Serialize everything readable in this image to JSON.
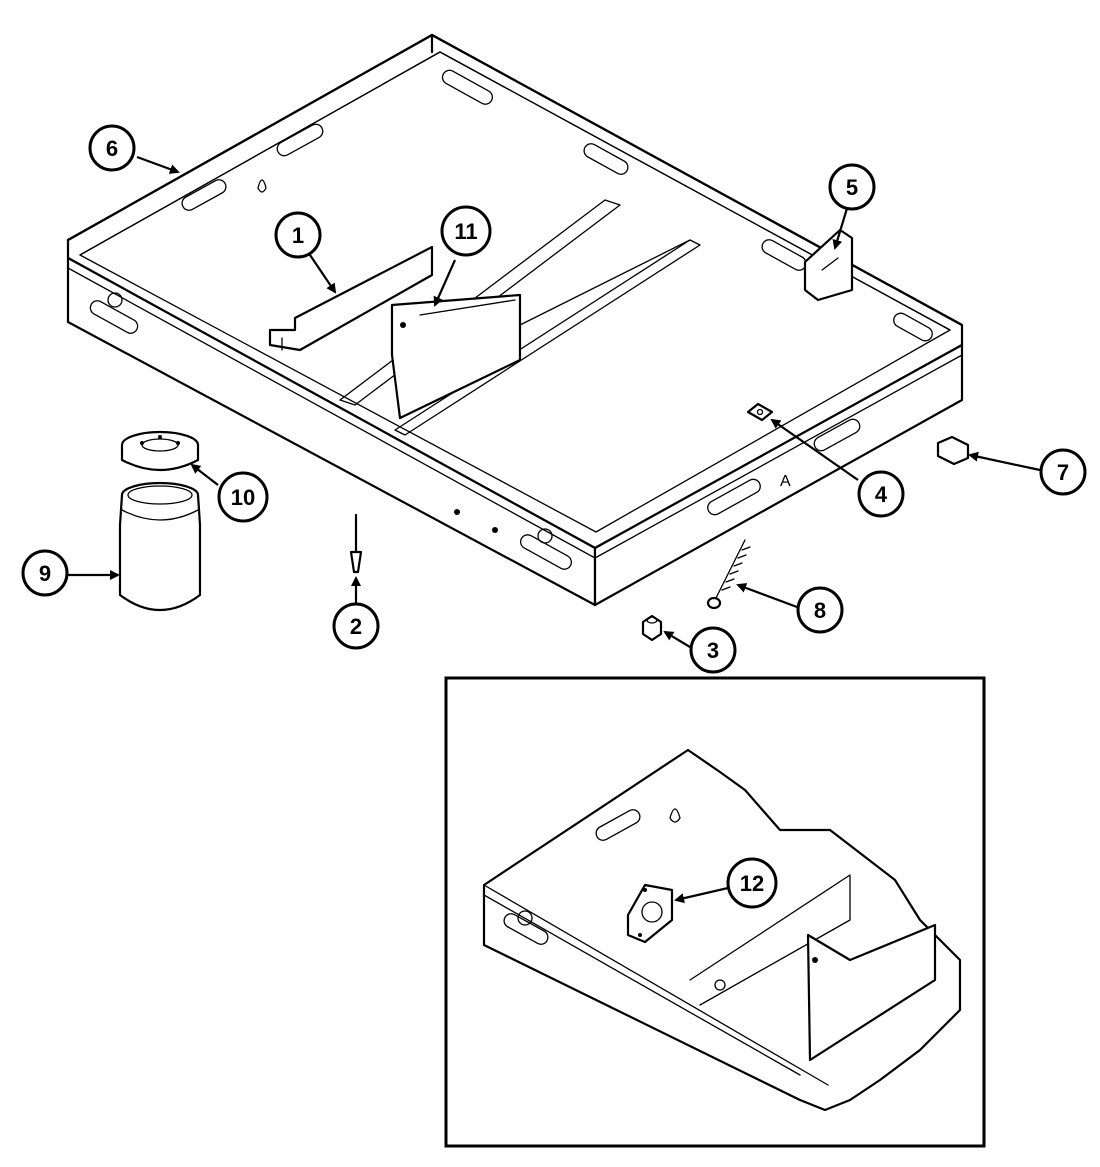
{
  "callouts": [
    {
      "id": "1",
      "label": "1"
    },
    {
      "id": "2",
      "label": "2"
    },
    {
      "id": "3",
      "label": "3"
    },
    {
      "id": "4",
      "label": "4"
    },
    {
      "id": "5",
      "label": "5"
    },
    {
      "id": "6",
      "label": "6"
    },
    {
      "id": "7",
      "label": "7"
    },
    {
      "id": "8",
      "label": "8"
    },
    {
      "id": "9",
      "label": "9"
    },
    {
      "id": "10",
      "label": "10"
    },
    {
      "id": "11",
      "label": "11"
    },
    {
      "id": "12",
      "label": "12"
    }
  ],
  "stamp_letter": "A"
}
